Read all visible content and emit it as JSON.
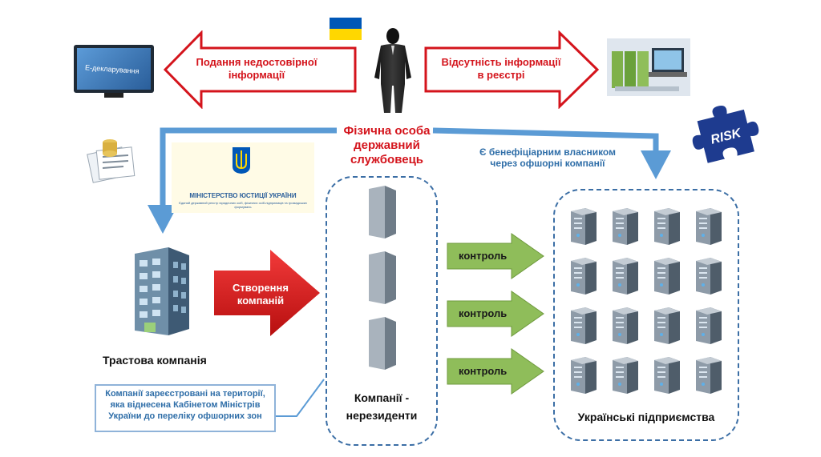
{
  "labels": {
    "left_arrow": "Подання недостовірної інформації",
    "right_arrow": "Відсутність інформації в реєстрі",
    "person_line1": "Фізична особа",
    "person_line2": "державний",
    "person_line3": "службовець",
    "beneficiary": "Є бенефіціарним власником через офшорні компанії",
    "trust_company": "Трастова компанія",
    "create_companies": "Створення компаній",
    "nonresidents_line1": "Компанії -",
    "nonresidents_line2": "нерезиденти",
    "ukrainian_enterprises": "Українські підприємства",
    "offshore_note": "Компанії зареєстровані на території, яка віднесена Кабінетом Міністрів України до переліку офшорних зон",
    "control_1": "контроль",
    "control_2": "контроль",
    "control_3": "контроль",
    "edeclaration_screen": "Е-декларування",
    "ministry_title": "МІНІСТЕРСТВО ЮСТИЦІЇ УКРАЇНИ",
    "ministry_subtitle": "Єдиний державний реєстр юридичних осіб, фізичних осіб-підприємців та громадських формувань",
    "risk_puzzle": "RISK"
  },
  "colors": {
    "red": "#d4141c",
    "blue_arrow": "#5b9bd5",
    "blue_text": "#2f6ea8",
    "green_arrow": "#8fbd5a",
    "flag_blue": "#0057b7",
    "flag_yellow": "#ffd700"
  },
  "icons": {
    "flag": "ukraine-flag-icon",
    "person": "person-silhouette-icon",
    "monitor": "e-declaration-monitor-icon",
    "registry": "registry-files-icon",
    "documents": "documents-icon",
    "risk": "risk-puzzle-icon",
    "trust_building": "trust-building-icon",
    "server": "server-tower-icon"
  }
}
